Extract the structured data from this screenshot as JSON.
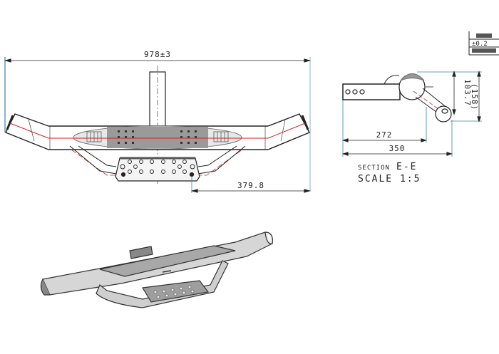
{
  "front_view": {
    "overall_width": "978±3",
    "offset_dim": "379.8"
  },
  "section_view": {
    "dim_height": "103.7",
    "dim_height_ref": "(158)",
    "dim_272": "272",
    "dim_350": "350",
    "section_word": "SECTION",
    "section_id": "E-E",
    "scale_label": "SCALE 1:5"
  },
  "title_block": {
    "tolerance": "±0.2"
  },
  "colors": {
    "line": "#222222",
    "centerline": "#d22020",
    "dimension": "#3a7fa8",
    "shade": "#9a9a9a"
  }
}
